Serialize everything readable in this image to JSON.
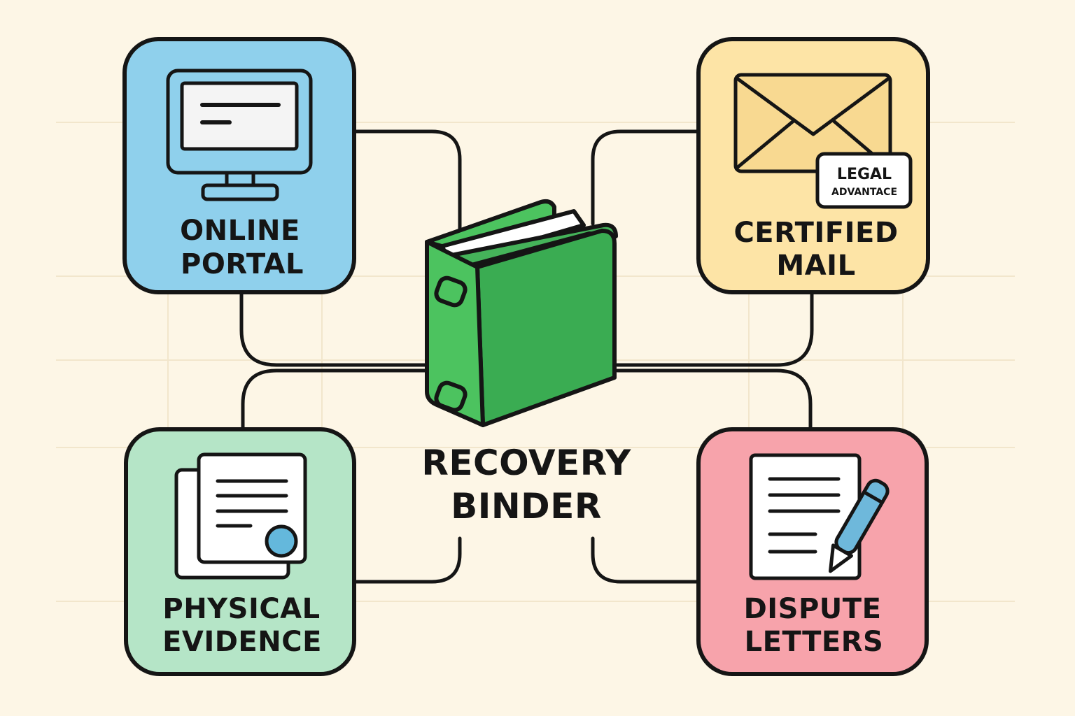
{
  "diagram": {
    "center": {
      "label_line1": "RECOVERY",
      "label_line2": "BINDER",
      "icon": "binder-icon",
      "color": "#4cc35f"
    },
    "nodes": [
      {
        "id": "online-portal",
        "label_line1": "ONLINE",
        "label_line2": "PORTAL",
        "icon": "monitor-icon",
        "color": "#8fd0ec"
      },
      {
        "id": "certified-mail",
        "label_line1": "CERTIFIED",
        "label_line2": "MAIL",
        "icon": "envelope-icon",
        "color": "#fde4a6",
        "badge_line1": "LEGAL",
        "badge_line2": "ADVANTACE"
      },
      {
        "id": "physical-evidence",
        "label_line1": "PHYSICAL",
        "label_line2": "EVIDENCE",
        "icon": "documents-icon",
        "color": "#b5e5c7"
      },
      {
        "id": "dispute-letters",
        "label_line1": "DISPUTE",
        "label_line2": "LETTERS",
        "icon": "letter-pen-icon",
        "color": "#f7a3ab"
      }
    ],
    "colors": {
      "background": "#fdf6e6",
      "grid": "#f3e7cf",
      "outline": "#151515",
      "screen": "#f4f4f4",
      "pen": "#6eb8db"
    }
  }
}
